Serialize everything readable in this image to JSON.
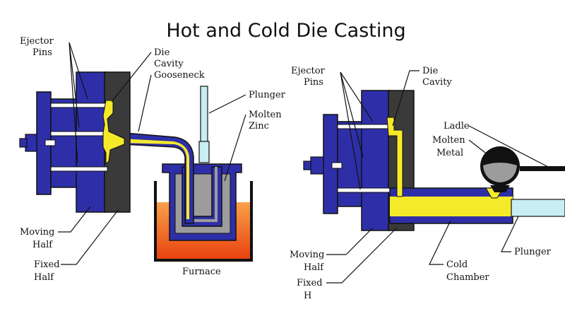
{
  "title": "Hot and Cold Die Casting",
  "colors": {
    "blue": "#2e2fa8",
    "dark_blue": "#1a1a6e",
    "charcoal": "#3a3a3a",
    "yellow": "#f5ea2a",
    "light_blue": "#c8eef3",
    "gray": "#9c9c9c",
    "orange": "#f05a1c",
    "orange_light": "#f8a14a",
    "black": "#111111"
  },
  "hot": {
    "ejector_pins": [
      "Ejector",
      "Pins"
    ],
    "die_cavity_gooseneck": [
      "Die",
      "Cavity",
      "Gooseneck"
    ],
    "plunger": "Plunger",
    "molten_zinc": [
      "Molten",
      "Zinc"
    ],
    "moving_half": [
      "Moving",
      "Half"
    ],
    "fixed_half": [
      "Fixed",
      "Half"
    ],
    "furnace": "Furnace"
  },
  "cold": {
    "ejector_pins": [
      "Ejector",
      "Pins"
    ],
    "die_cavity": [
      "Die",
      "Cavity"
    ],
    "ladle": "Ladle",
    "molten_metal": [
      "Molten",
      "Metal"
    ],
    "moving_half": [
      "Moving",
      "Half"
    ],
    "fixed_half": [
      "Fixed",
      "H"
    ],
    "cold_chamber": [
      "Cold",
      "Chamber"
    ],
    "plunger": "Plunger"
  }
}
